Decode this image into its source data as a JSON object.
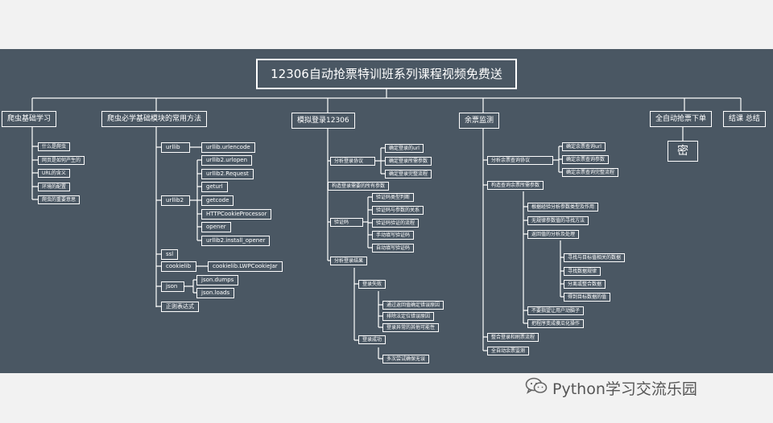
{
  "root": "12306自动抢票特训班系列课程视频免费送",
  "branches": {
    "basics": {
      "title": "爬虫基础学习",
      "items": [
        "什么是爬虫",
        "网页是如何产生的",
        "URL的含义",
        "环境的配置",
        "爬虫的重要意思"
      ]
    },
    "modules": {
      "title": "爬虫必学基础模块的常用方法",
      "urllib": {
        "label": "urllib",
        "items": [
          "urllib.urlencode"
        ]
      },
      "urllib2": {
        "label": "urllib2",
        "items": [
          "urllib2.urlopen",
          "urllib2.Request",
          "geturl",
          "getcode",
          "HTTPCookieProcessor",
          "opener",
          "urllib2.install_opener"
        ]
      },
      "ssl": "ssl",
      "cookielib": {
        "label": "cookielib",
        "items": [
          "cookielib.LWPCookieJar"
        ]
      },
      "json": {
        "label": "json",
        "items": [
          "json.dumps",
          "json.loads"
        ]
      },
      "regex": "正则表达式"
    },
    "login": {
      "title": "模拟登录12306",
      "analysis": {
        "label": "分析登录协议",
        "items": [
          "确定登录的url",
          "确定登录所需参数",
          "确定登录完整流程"
        ]
      },
      "build_params": "构造登录需要的所有参数",
      "captcha": {
        "label": "验证码",
        "items": [
          "验证码类型判断",
          "验证码与参数的关系",
          "验证码验证的流程",
          "手动填写验证码",
          "自动填写验证码"
        ]
      },
      "result": {
        "label": "分析登录结果",
        "fail": {
          "label": "登录失败",
          "items": [
            "通过返回值确定错误原因",
            "排除法定位错误原因",
            "登录异常的其他可能性"
          ]
        },
        "success": {
          "label": "登录成功",
          "items": [
            "多次尝试确保无误"
          ]
        }
      }
    },
    "monitor": {
      "title": "余票监测",
      "query": {
        "label": "分析余票查询协议",
        "items": [
          "确定余票查询url",
          "确定余票查询参数",
          "确定余票查询完整流程"
        ]
      },
      "construct": {
        "label": "构造查询余票所需参数",
        "items": [
          "根据经验分析参数类型及作用",
          "无规律参数值的寻找方法"
        ],
        "returns": {
          "label": "返回值的分析及处理",
          "items": [
            "寻找与目标值相关的数据",
            "寻找数据规律",
            "分离或整合数据",
            "得到目标数据的值"
          ]
        },
        "extra": [
          "不要指望让用户动脑子",
          "把程序变成傻瓜化操作"
        ]
      },
      "integrate": "整合登录和刷票流程",
      "full_auto": "全自动余票监测"
    },
    "order": {
      "title": "全自动抢票下单",
      "child": "密"
    },
    "summary": {
      "title": "结课 总结"
    }
  },
  "watermark": {
    "icon": "wechat-icon",
    "text": "Python学习交流乐园"
  }
}
